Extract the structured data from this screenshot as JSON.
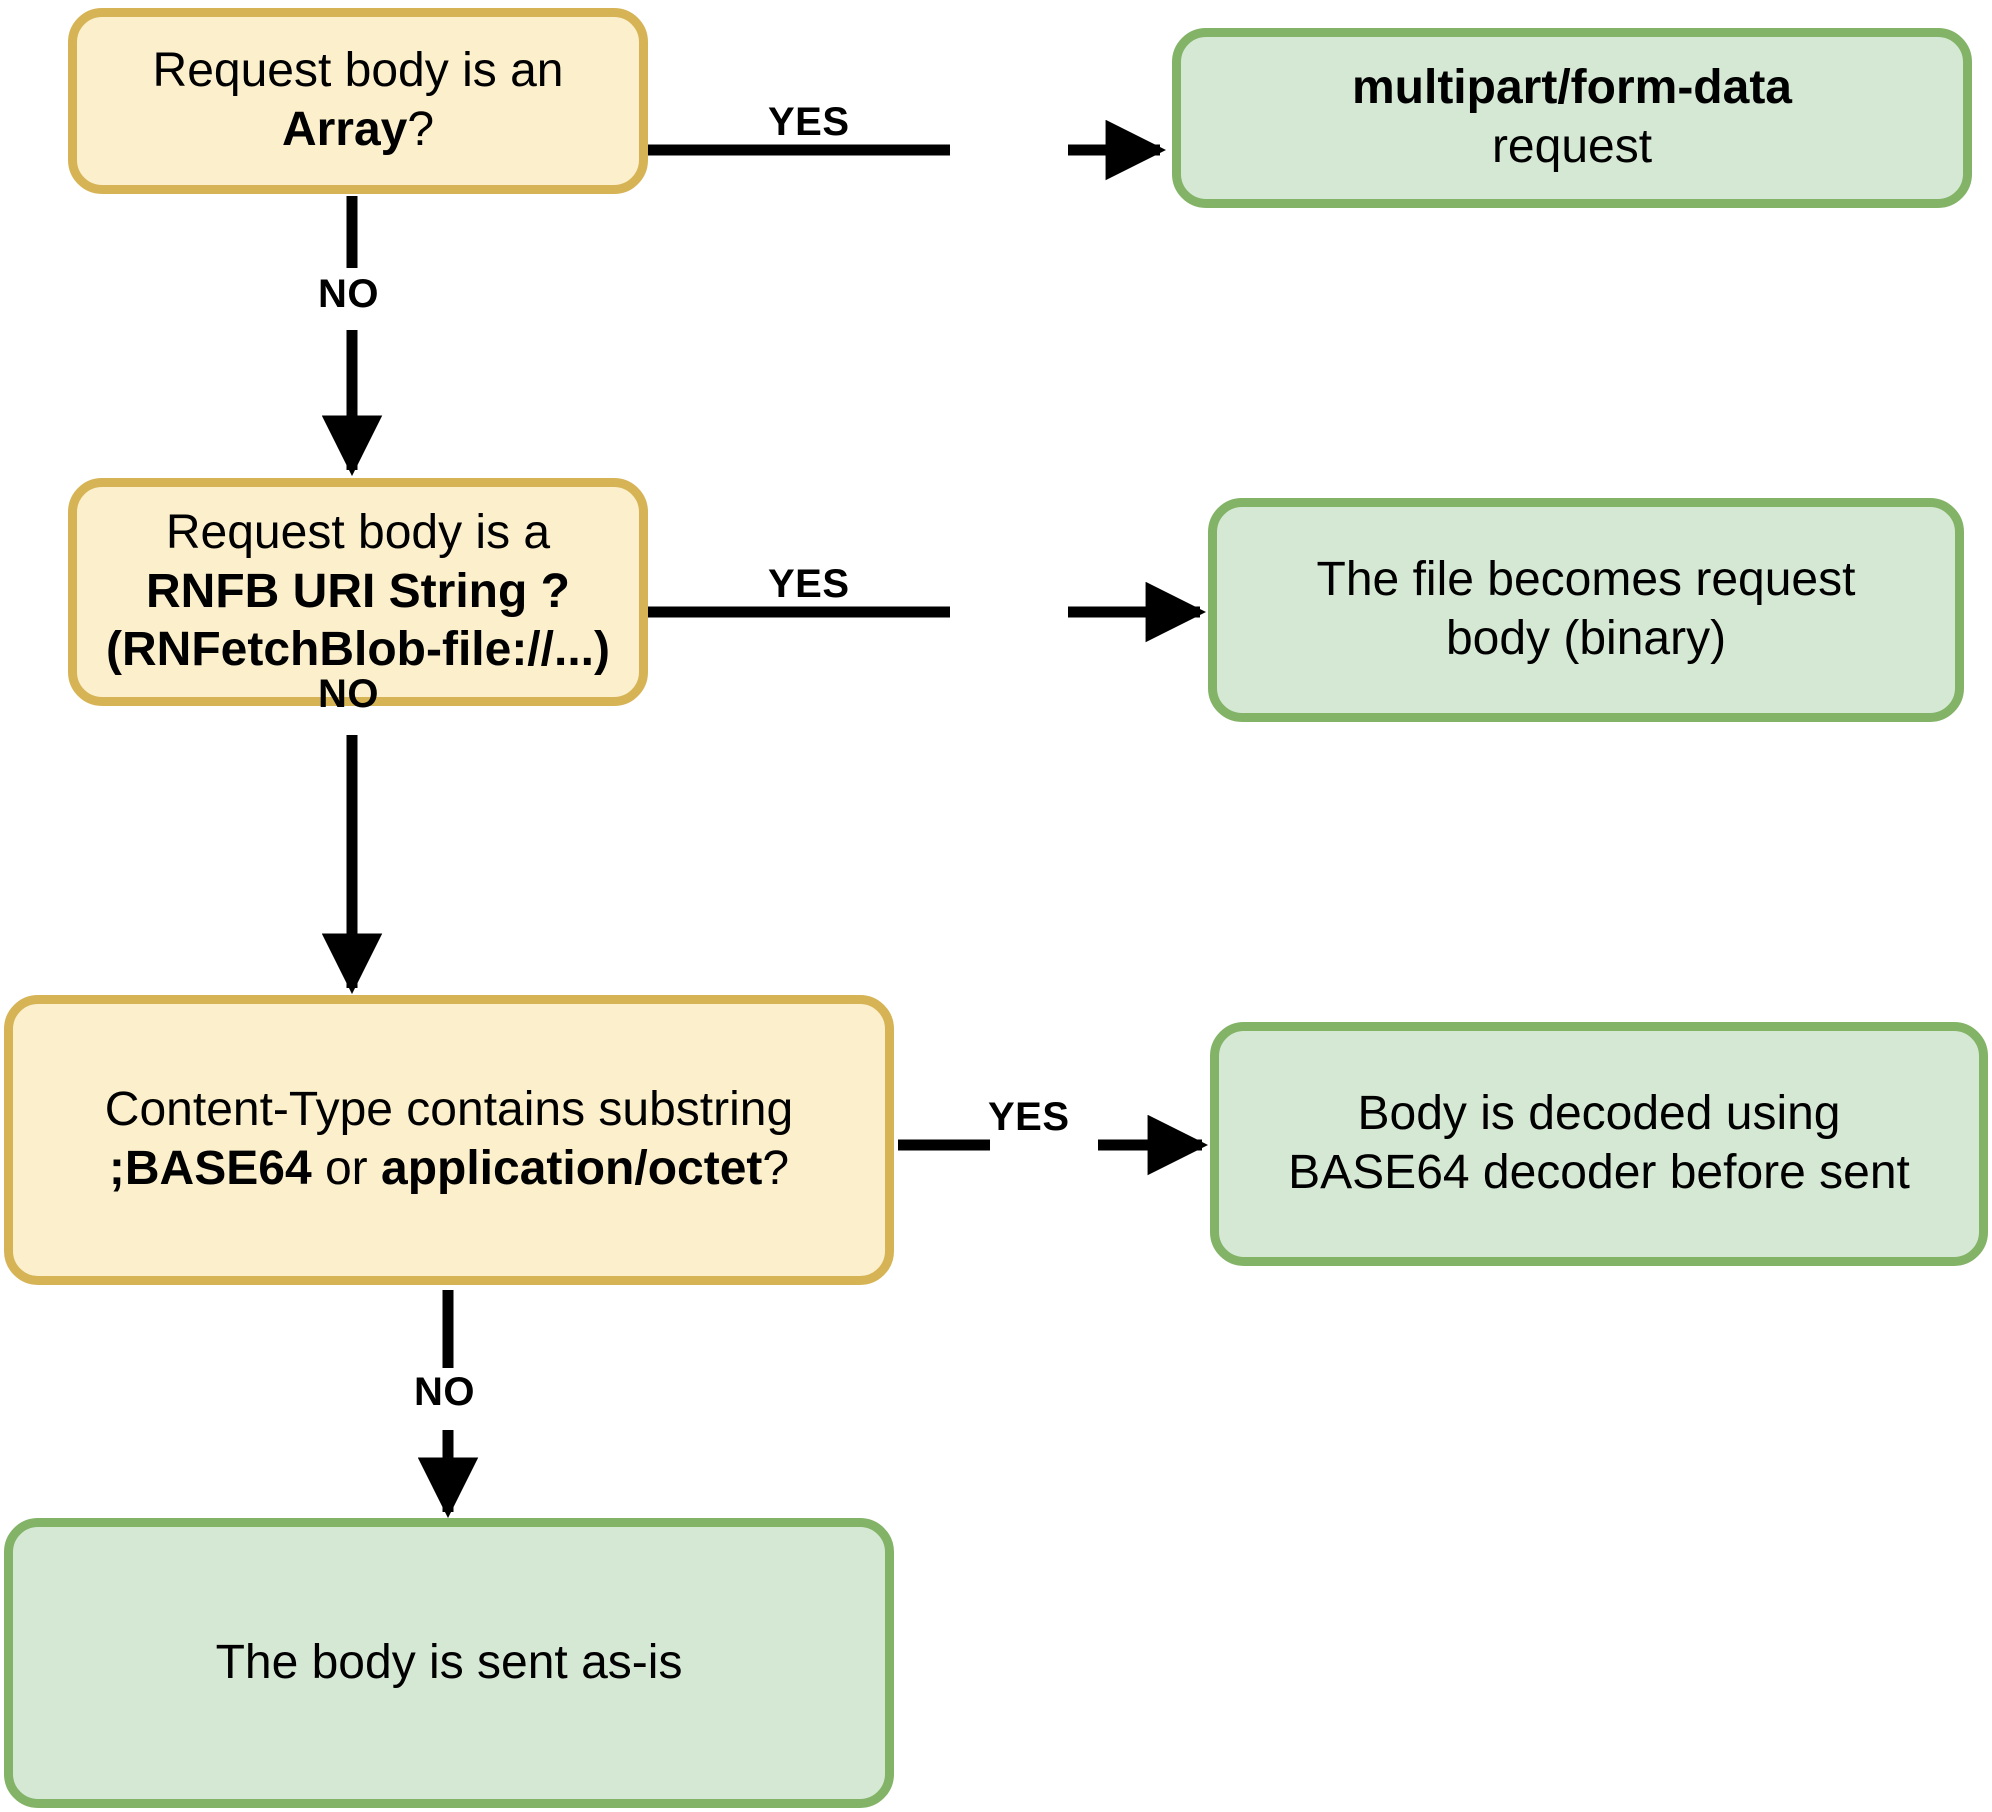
{
  "diagram": {
    "title": "RNFetchBlob request body handling decision flow",
    "type": "flowchart",
    "colors": {
      "decision_fill": "#fbefcc",
      "decision_border": "#d6b456",
      "terminal_fill": "#d5e8d4",
      "terminal_border": "#82b366",
      "edge": "#000000",
      "text": "#000000",
      "background": "#ffffff"
    },
    "nodes": [
      {
        "id": "d1",
        "kind": "decision",
        "text_runs": [
          {
            "text": "Request body is an ",
            "bold": false
          },
          {
            "text": "Array",
            "bold": true
          },
          {
            "text": "?",
            "bold": false
          }
        ],
        "plain_text": "Request body is an Array?"
      },
      {
        "id": "t1",
        "kind": "terminal",
        "text_runs": [
          {
            "text": "multipart/form-data",
            "bold": true
          },
          {
            "text": "\n",
            "bold": false
          },
          {
            "text": "request",
            "bold": false
          }
        ],
        "plain_text": "multipart/form-data request"
      },
      {
        "id": "d2",
        "kind": "decision",
        "text_runs": [
          {
            "text": "Request body is a",
            "bold": false
          },
          {
            "text": "\n",
            "bold": false
          },
          {
            "text": "RNFB URI String ?",
            "bold": true
          },
          {
            "text": "\n",
            "bold": false
          },
          {
            "text": "(RNFetchBlob-file://...)",
            "bold": true
          }
        ],
        "plain_text": "Request body is a RNFB URI String ? (RNFetchBlob-file://...)"
      },
      {
        "id": "t2",
        "kind": "terminal",
        "text_runs": [
          {
            "text": "The file becomes request",
            "bold": false
          },
          {
            "text": "\n",
            "bold": false
          },
          {
            "text": "body (binary)",
            "bold": false
          }
        ],
        "plain_text": "The file becomes request body (binary)"
      },
      {
        "id": "d3",
        "kind": "decision",
        "text_runs": [
          {
            "text": "Content-Type contains substring",
            "bold": false
          },
          {
            "text": "\n",
            "bold": false
          },
          {
            "text": ";BASE64",
            "bold": true
          },
          {
            "text": " or ",
            "bold": false
          },
          {
            "text": "application/octet",
            "bold": true
          },
          {
            "text": "?",
            "bold": false
          }
        ],
        "plain_text": "Content-Type contains substring ;BASE64 or application/octet?"
      },
      {
        "id": "t3",
        "kind": "terminal",
        "text_runs": [
          {
            "text": "Body is decoded using",
            "bold": false
          },
          {
            "text": "\n",
            "bold": false
          },
          {
            "text": "BASE64 decoder before sent",
            "bold": false
          }
        ],
        "plain_text": "Body is decoded using BASE64 decoder before sent"
      },
      {
        "id": "t4",
        "kind": "terminal",
        "text_runs": [
          {
            "text": "The body is sent as-is",
            "bold": false
          }
        ],
        "plain_text": "The body is sent as-is"
      }
    ],
    "edges": [
      {
        "id": "e1",
        "from": "d1",
        "to": "t1",
        "label": "YES",
        "direction": "right"
      },
      {
        "id": "e2",
        "from": "d1",
        "to": "d2",
        "label": "NO",
        "direction": "down"
      },
      {
        "id": "e3",
        "from": "d2",
        "to": "t2",
        "label": "YES",
        "direction": "right"
      },
      {
        "id": "e4",
        "from": "d2",
        "to": "d3",
        "label": "NO",
        "direction": "down"
      },
      {
        "id": "e5",
        "from": "d3",
        "to": "t3",
        "label": "YES",
        "direction": "right"
      },
      {
        "id": "e6",
        "from": "d3",
        "to": "t4",
        "label": "NO",
        "direction": "down"
      }
    ],
    "labels": {
      "yes_1": "YES",
      "no_1": "NO",
      "yes_2": "YES",
      "no_2": "NO",
      "yes_3": "YES",
      "no_3": "NO"
    }
  }
}
